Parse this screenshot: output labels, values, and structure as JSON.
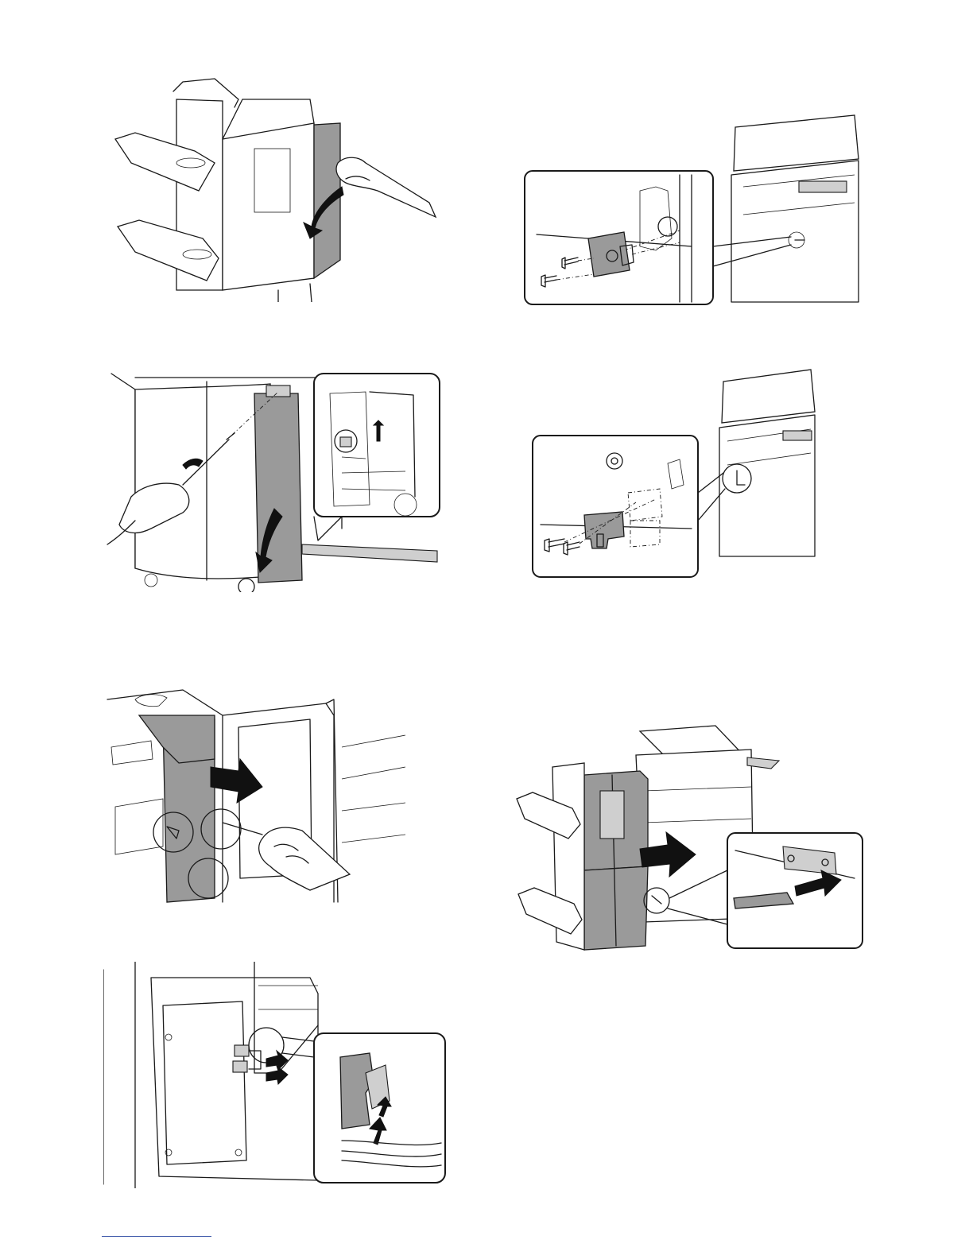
{
  "page": {
    "figures": [
      {
        "id": "fig-1",
        "icon": "finisher-open-front-cover"
      },
      {
        "id": "fig-2",
        "icon": "remove-rear-cover-screw"
      },
      {
        "id": "fig-3",
        "icon": "remove-cover-pull-out"
      },
      {
        "id": "fig-4",
        "icon": "disconnect-harness-connector"
      },
      {
        "id": "fig-5",
        "icon": "attach-bracket-to-main-unit"
      },
      {
        "id": "fig-6",
        "icon": "attach-lower-bracket"
      },
      {
        "id": "fig-7",
        "icon": "install-finisher-to-copier"
      }
    ],
    "colors": {
      "part_highlight": "#9a9a9a",
      "outline": "#1a1a1a",
      "footer_link_line": "#3a55a8"
    }
  }
}
